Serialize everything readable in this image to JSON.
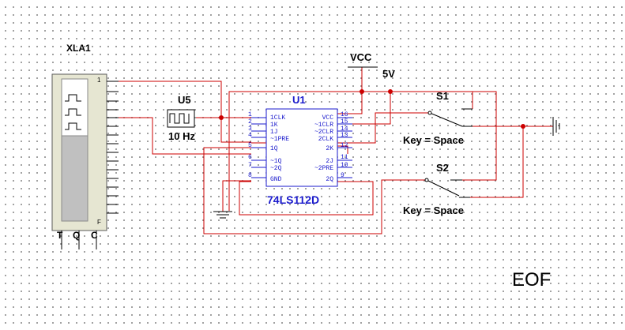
{
  "analyzer": {
    "ref": "XLA1",
    "pin_top": "1",
    "pin_bottom": "F",
    "bottom_labels": [
      "T",
      "Q",
      "C"
    ]
  },
  "clock": {
    "ref": "U5",
    "freq": "10 Hz"
  },
  "supply": {
    "name": "VCC",
    "voltage": "5V"
  },
  "chip": {
    "ref": "U1",
    "part": "74LS112D",
    "left_pins": [
      {
        "num": "1",
        "name": "1CLK"
      },
      {
        "num": "2",
        "name": "1K"
      },
      {
        "num": "3",
        "name": "1J"
      },
      {
        "num": "4",
        "name": "~1PRE"
      },
      {
        "num": "5",
        "name": "1Q"
      },
      {
        "num": "6",
        "name": "~1Q"
      },
      {
        "num": "7",
        "name": "~2Q"
      },
      {
        "num": "8",
        "name": "GND"
      }
    ],
    "right_pins": [
      {
        "num": "16",
        "name": "VCC"
      },
      {
        "num": "15",
        "name": "~1CLR"
      },
      {
        "num": "14",
        "name": "~2CLR"
      },
      {
        "num": "13",
        "name": "2CLK"
      },
      {
        "num": "12",
        "name": "2K"
      },
      {
        "num": "11",
        "name": "2J"
      },
      {
        "num": "10",
        "name": "~2PRE"
      },
      {
        "num": "9",
        "name": "2Q"
      }
    ]
  },
  "switches": [
    {
      "ref": "S1",
      "key": "Key = Space"
    },
    {
      "ref": "S2",
      "key": "Key = Space"
    }
  ],
  "footer": {
    "eof": "EOF"
  }
}
